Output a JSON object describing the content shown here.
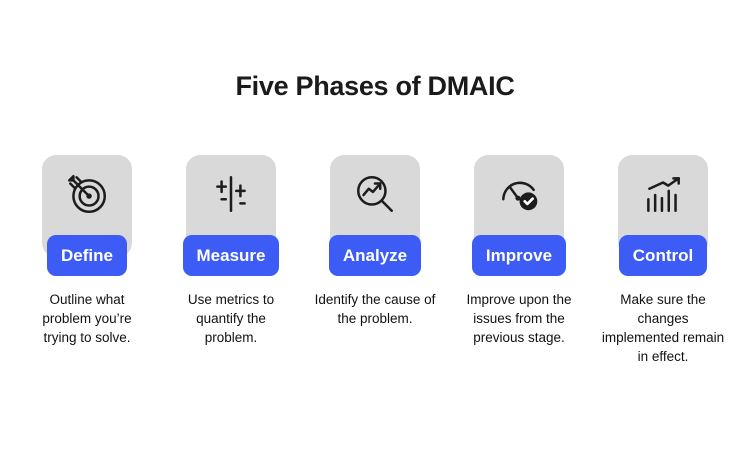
{
  "title": "Five Phases of DMAIC",
  "colors": {
    "accent": "#3d5bf5",
    "tile": "#d9d9d9",
    "ink": "#1b1b1b"
  },
  "phases": [
    {
      "name": "Define",
      "icon": "target-arrow-icon",
      "description": "Outline what problem you’re trying to solve."
    },
    {
      "name": "Measure",
      "icon": "vertical-sliders-icon",
      "description": "Use metrics to quantify the problem."
    },
    {
      "name": "Analyze",
      "icon": "magnifier-chart-icon",
      "description": "Identify the cause of the problem."
    },
    {
      "name": "Improve",
      "icon": "gauge-check-icon",
      "description": "Improve upon the issues from the previous stage."
    },
    {
      "name": "Control",
      "icon": "bar-chart-arrow-icon",
      "description": "Make sure the changes implemented remain in effect."
    }
  ]
}
